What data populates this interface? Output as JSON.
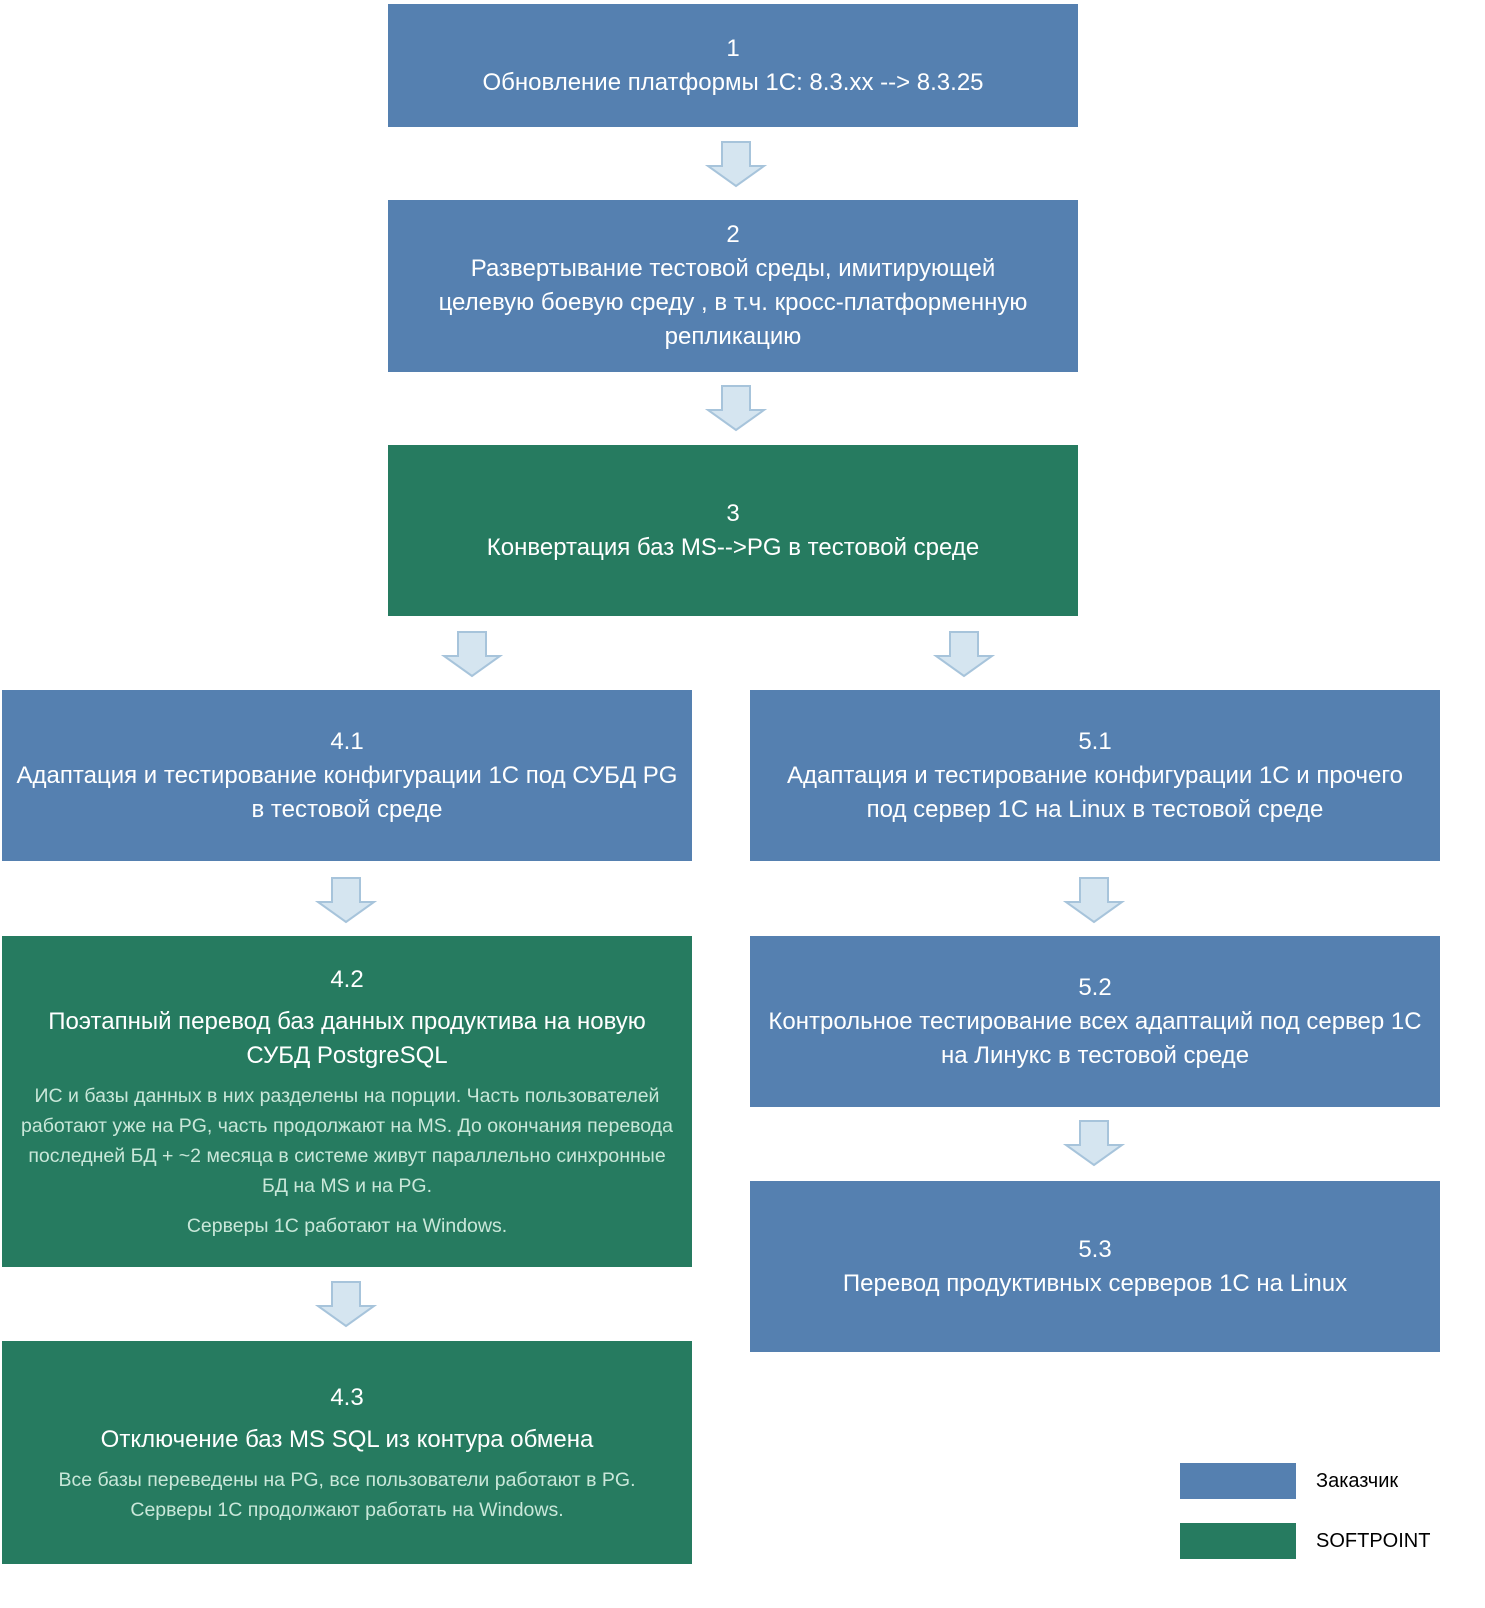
{
  "colors": {
    "customer": "#5580b0",
    "softpoint": "#267b60",
    "arrow_fill": "#d5e5f0",
    "arrow_stroke": "#a7c4db"
  },
  "boxes": {
    "b1": {
      "num": "1",
      "title": "Обновление платформы 1С: 8.3.хх --> 8.3.25"
    },
    "b2": {
      "num": "2",
      "title": "Развертывание тестовой среды, имитирующей целевую боевую среду , в т.ч. кросс-платформенную репликацию"
    },
    "b3": {
      "num": "3",
      "title": "Конвертация баз MS-->PG в тестовой среде"
    },
    "b41": {
      "num": "4.1",
      "title": "Адаптация и тестирование конфигурации 1С под СУБД PG в тестовой среде"
    },
    "b51": {
      "num": "5.1",
      "title": "Адаптация и тестирование конфигурации 1С и прочего под сервер 1С на Linux в тестовой среде"
    },
    "b42": {
      "num": "4.2",
      "title": "Поэтапный перевод баз данных продуктива на новую СУБД PostgreSQL",
      "desc": "ИС и базы данных в них разделены на порции. Часть пользователей работают уже на PG, часть продолжают на MS. До окончания перевода последней БД + ~2 месяца в системе живут параллельно синхронные БД  на MS и на PG.",
      "note": "Серверы 1С  работают на Windows."
    },
    "b52": {
      "num": "5.2",
      "title": "Контрольное тестирование всех адаптаций под сервер 1С на Линукс в тестовой среде"
    },
    "b53": {
      "num": "5.3",
      "title": "Перевод продуктивных серверов 1С на Linux"
    },
    "b43": {
      "num": "4.3",
      "title": "Отключение баз MS SQL из контура обмена",
      "desc": "Все базы переведены на PG, все пользователи работают в PG. Серверы 1С  продолжают работать на Windows."
    }
  },
  "legend": {
    "customer_label": "Заказчик",
    "softpoint_label": "SOFTPOINT"
  }
}
